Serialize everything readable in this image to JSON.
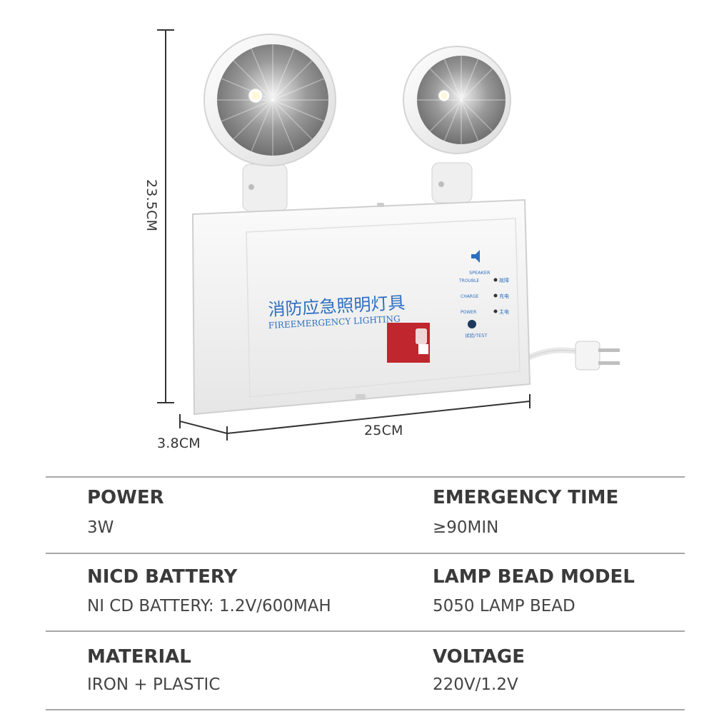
{
  "dimensions": {
    "height": "23.5CM",
    "width": "25CM",
    "depth": "3.8CM"
  },
  "product_labels": {
    "title_cn": "消防应急照明灯具",
    "title_en": "FIREEMERGENCY LIGHTING",
    "speaker": "SPEAKER",
    "trouble": "TROUBLE",
    "trouble_cn": "故障",
    "charge": "CHARGE",
    "charge_cn": "充电",
    "power": "POWER",
    "power_cn": "主电",
    "test": "试验/TEST"
  },
  "specs": [
    {
      "title": "POWER",
      "value": "3W"
    },
    {
      "title": "EMERGENCY TIME",
      "value": "≥90MIN"
    },
    {
      "title": "NICD BATTERY",
      "value": "NI CD BATTERY: 1.2V/600MAH"
    },
    {
      "title": "LAMP BEAD MODEL",
      "value": "5050 LAMP BEAD"
    },
    {
      "title": "MATERIAL",
      "value": "IRON + PLASTIC"
    },
    {
      "title": "VOLTAGE",
      "value": "220V/1.2V"
    }
  ],
  "colors": {
    "divider": "#a7a7a7",
    "title_text": "#3a3a3a",
    "value_text": "#444444",
    "product_text_blue": "#2c6fc0",
    "housing": "#f4f4f4"
  }
}
